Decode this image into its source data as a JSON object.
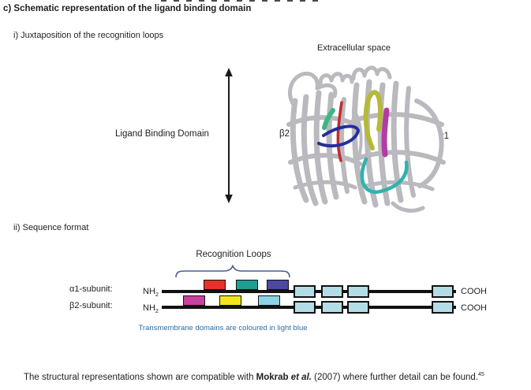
{
  "page": {
    "title": "c) Schematic representation of the ligand binding domain",
    "footer": {
      "part1": "The structural representations shown are compatible with ",
      "author": "Mokrab ",
      "etal": "et al.",
      "part2": " (2007) where further detail can be found.",
      "ref_superscript": "45"
    }
  },
  "panel_i": {
    "heading": "i) Juxtaposition of the recognition loops",
    "extracellular_label": "Extracellular space",
    "lbd_label": "Ligand Binding Domain",
    "beta2_label": "β2",
    "alpha1_label": "α1",
    "structure_colors": {
      "ribbon_gray": "#b9b9be",
      "beta2_loop_green": "#3db585",
      "beta2_loop_red": "#c32b2b",
      "beta2_loop_navy": "#272d9d",
      "alpha1_loop_olive": "#b5b938",
      "alpha1_loop_magenta": "#b23ca6",
      "alpha1_loop_teal": "#2fb2ad"
    }
  },
  "panel_ii": {
    "heading": "ii) Sequence format",
    "recognition_loops_label": "Recognition Loops",
    "brace_color": "#4a5d92",
    "caption": "Transmembrane domains are coloured in light blue",
    "caption_color": "#2e6da4",
    "tm_color": "#b3dde6",
    "rows": [
      {
        "label": "α1-subunit:",
        "nterm": "NH",
        "nterm_sub": "2",
        "cterm": "COOH",
        "loop_colors": [
          "#e8312a",
          "#1f9e92",
          "#4d49a0"
        ]
      },
      {
        "label": "β2-subunit:",
        "nterm": "NH",
        "nterm_sub": "2",
        "cterm": "COOH",
        "loop_colors": [
          "#c9429f",
          "#f2e41f",
          "#8ed2e6"
        ]
      }
    ]
  }
}
